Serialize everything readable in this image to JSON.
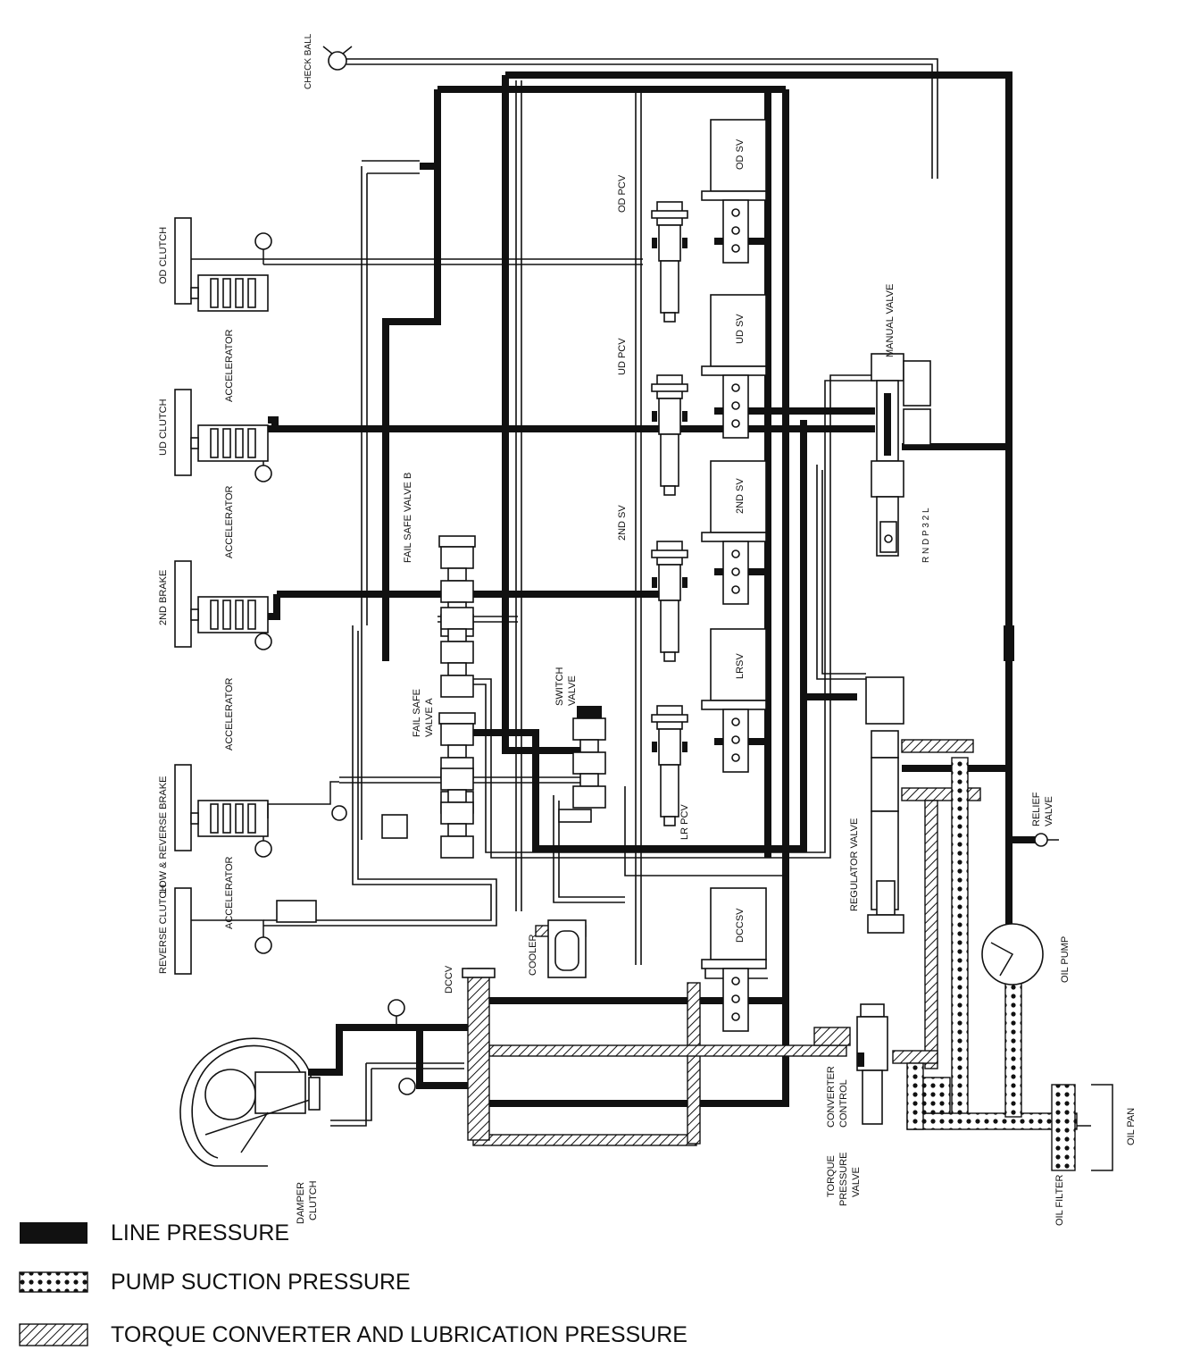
{
  "components": {
    "check_ball": "CHECK BALL",
    "od_clutch": "OD CLUTCH",
    "ud_clutch": "UD CLUTCH",
    "second_brake": "2ND BRAKE",
    "low_reverse_brake": "LOW & REVERSE BRAKE",
    "reverse_clutch": "REVERSE CLUTCH",
    "accelerator": "ACCELERATOR",
    "fail_safe_valve_b": "FAIL SAFE VALVE B",
    "fail_safe_valve_a_1": "FAIL SAFE",
    "fail_safe_valve_a_2": "VALVE A",
    "switch_valve_1": "SWITCH",
    "switch_valve_2": "VALVE",
    "od_pcv": "OD PCV",
    "ud_pcv": "UD PCV",
    "second_sv_pcv": "2ND SV",
    "lr_pcv": "LR PCV",
    "od_sv": "OD SV",
    "ud_sv": "UD SV",
    "second_sv": "2ND SV",
    "lrsv": "LRSV",
    "dccsv": "DCCSV",
    "manual_valve": "MANUAL VALVE",
    "regulator_valve": "REGULATOR VALVE",
    "relief_valve_1": "RELIEF",
    "relief_valve_2": "VALVE",
    "oil_pump": "OIL PUMP",
    "oil_filter": "OIL FILTER",
    "oil_pan": "OIL PAN",
    "dccv": "DCCV",
    "cooler": "COOLER",
    "damper_clutch_1": "DAMPER",
    "damper_clutch_2": "CLUTCH",
    "converter_control_1": "CONVERTER",
    "converter_control_2": "CONTROL",
    "torque_pressure_valve_1": "TORQUE",
    "torque_pressure_valve_2": "PRESSURE",
    "torque_pressure_valve_3": "VALVE",
    "shift_positions": "R N D P 3 2 L"
  },
  "legend": [
    {
      "label": "LINE PRESSURE",
      "pattern": "solid",
      "color": "#111111"
    },
    {
      "label": "PUMP SUCTION PRESSURE",
      "pattern": "dotted",
      "color": "#111111"
    },
    {
      "label": "TORQUE CONVERTER AND LUBRICATION PRESSURE",
      "pattern": "hatched",
      "color": "#111111"
    }
  ]
}
